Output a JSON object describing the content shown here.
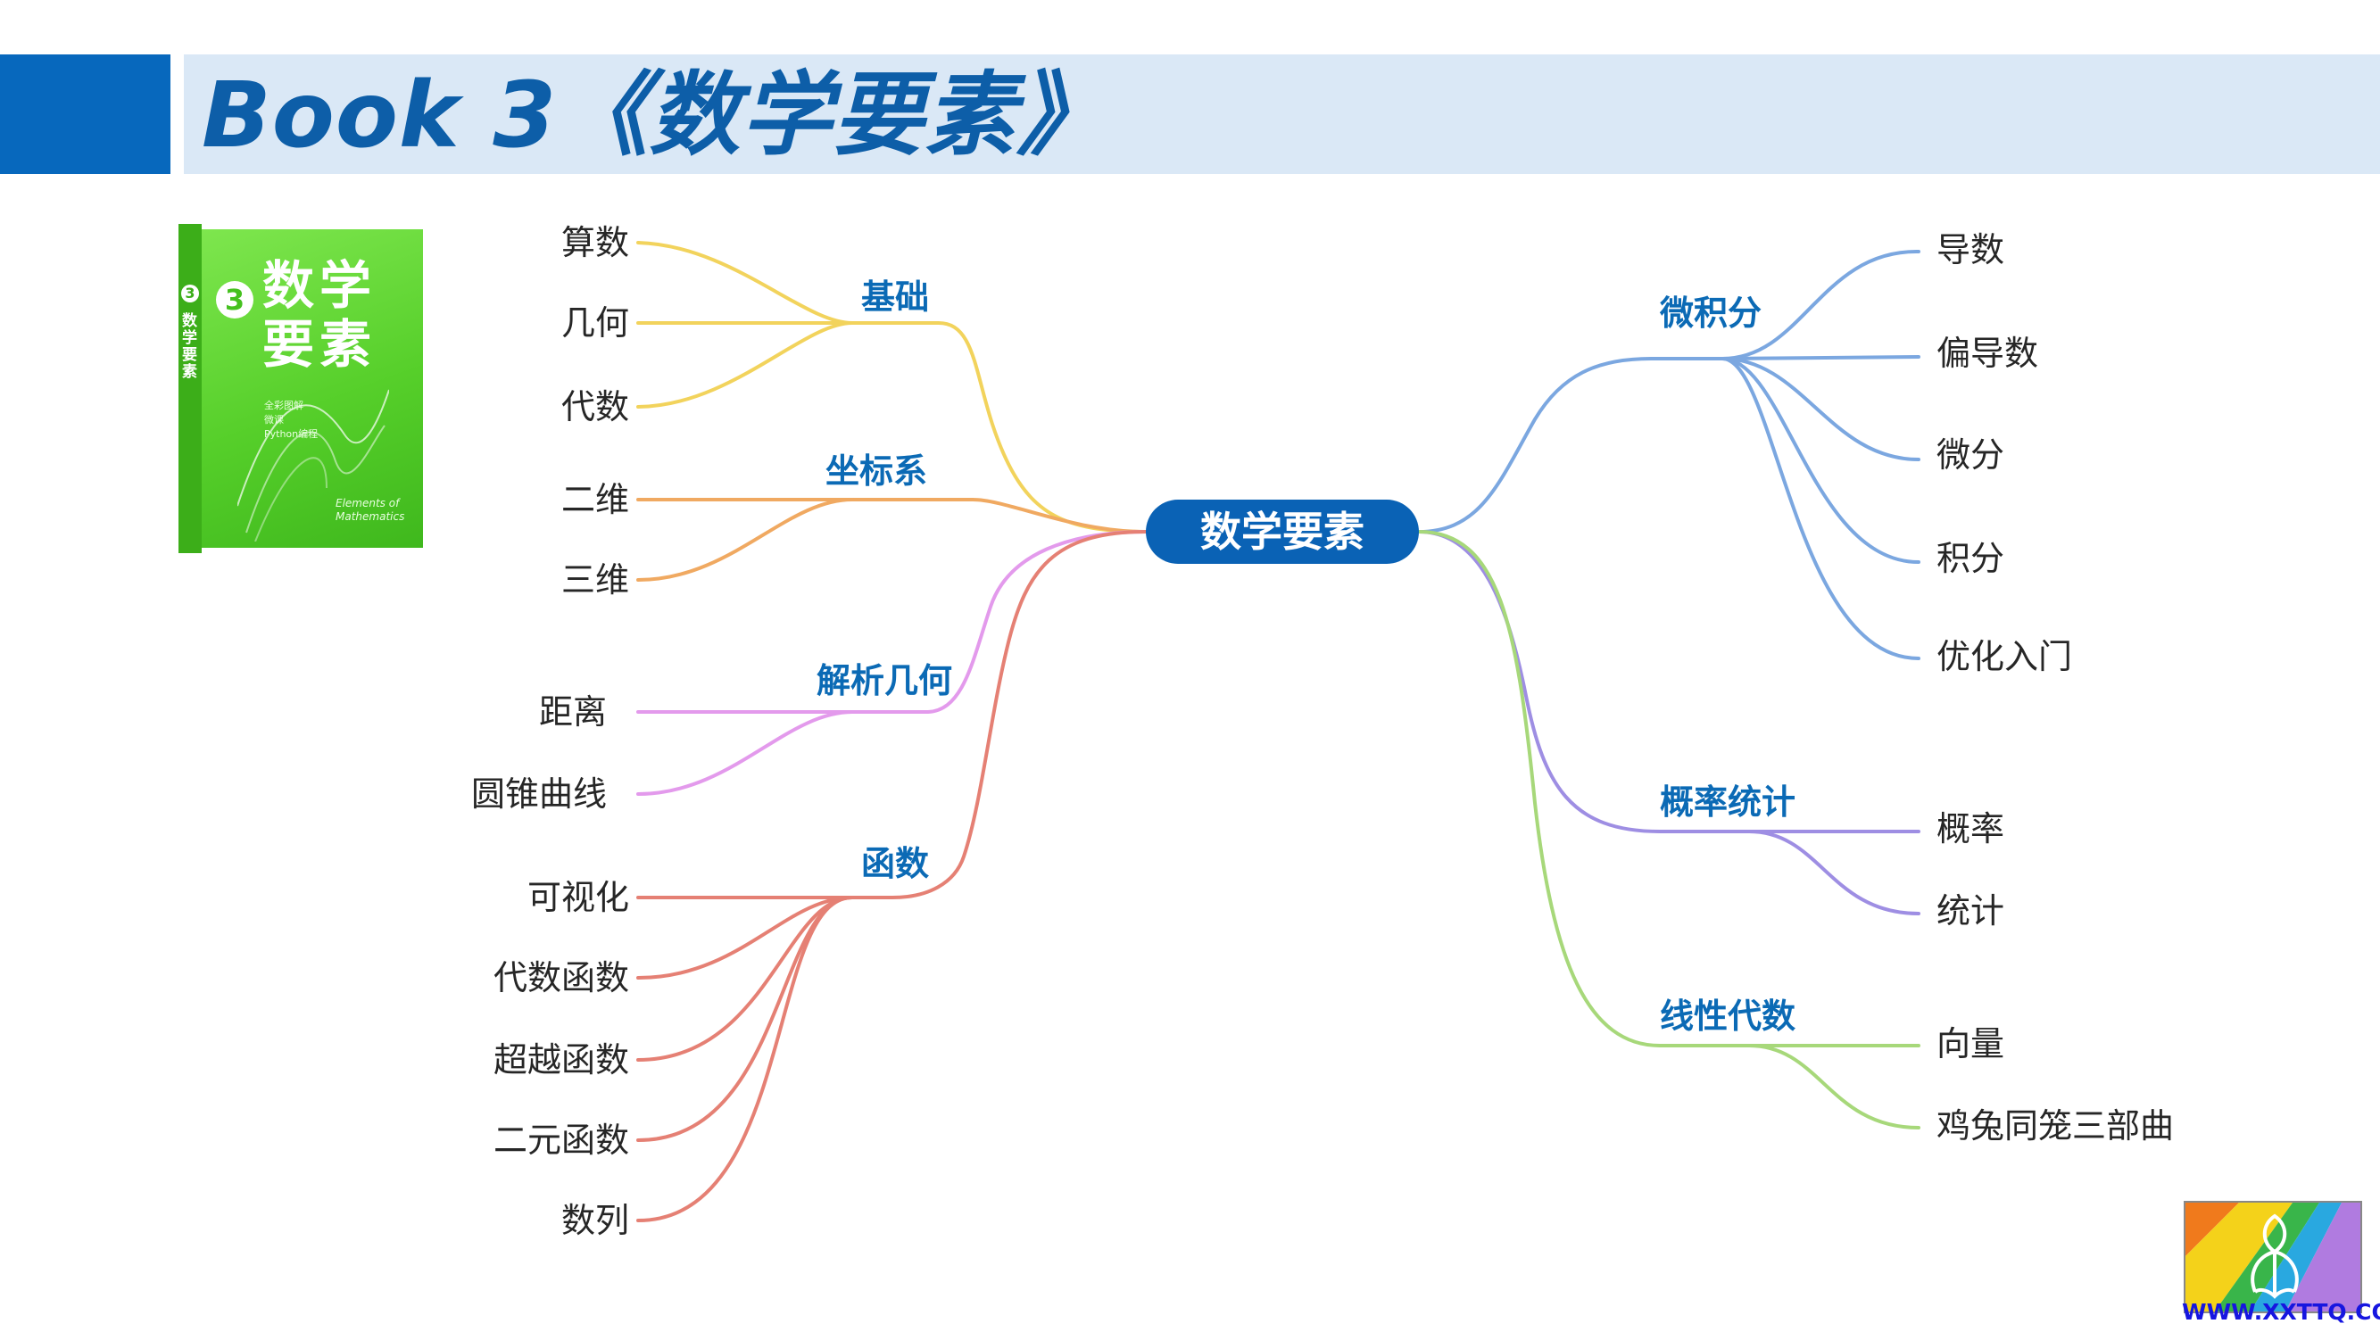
{
  "header": {
    "title": "Book 3《数学要素》"
  },
  "book": {
    "number": "3",
    "title": "数学要素",
    "bullets": [
      "全彩图解",
      "微课",
      "Python编程"
    ],
    "english": "Elements of Mathematics"
  },
  "mindmap": {
    "center": "数学要素",
    "branches": [
      {
        "label": "基础",
        "color": "#f2d35c",
        "leaves": [
          "算数",
          "几何",
          "代数"
        ]
      },
      {
        "label": "坐标系",
        "color": "#f0a961",
        "leaves": [
          "二维",
          "三维"
        ]
      },
      {
        "label": "解析几何",
        "color": "#e39aec",
        "leaves": [
          "距离",
          "圆锥曲线"
        ]
      },
      {
        "label": "函数",
        "color": "#e58074",
        "leaves": [
          "可视化",
          "代数函数",
          "超越函数",
          "二元函数",
          "数列"
        ]
      },
      {
        "label": "微积分",
        "color": "#7ba7e0",
        "leaves": [
          "导数",
          "偏导数",
          "微分",
          "积分",
          "优化入门"
        ]
      },
      {
        "label": "概率统计",
        "color": "#9e8ee3",
        "leaves": [
          "概率",
          "统计"
        ]
      },
      {
        "label": "线性代数",
        "color": "#a7d87a",
        "leaves": [
          "向量",
          "鸡兔同笼三部曲"
        ]
      }
    ]
  },
  "logo": {
    "text": "WWW.XXTTQ.COM"
  }
}
